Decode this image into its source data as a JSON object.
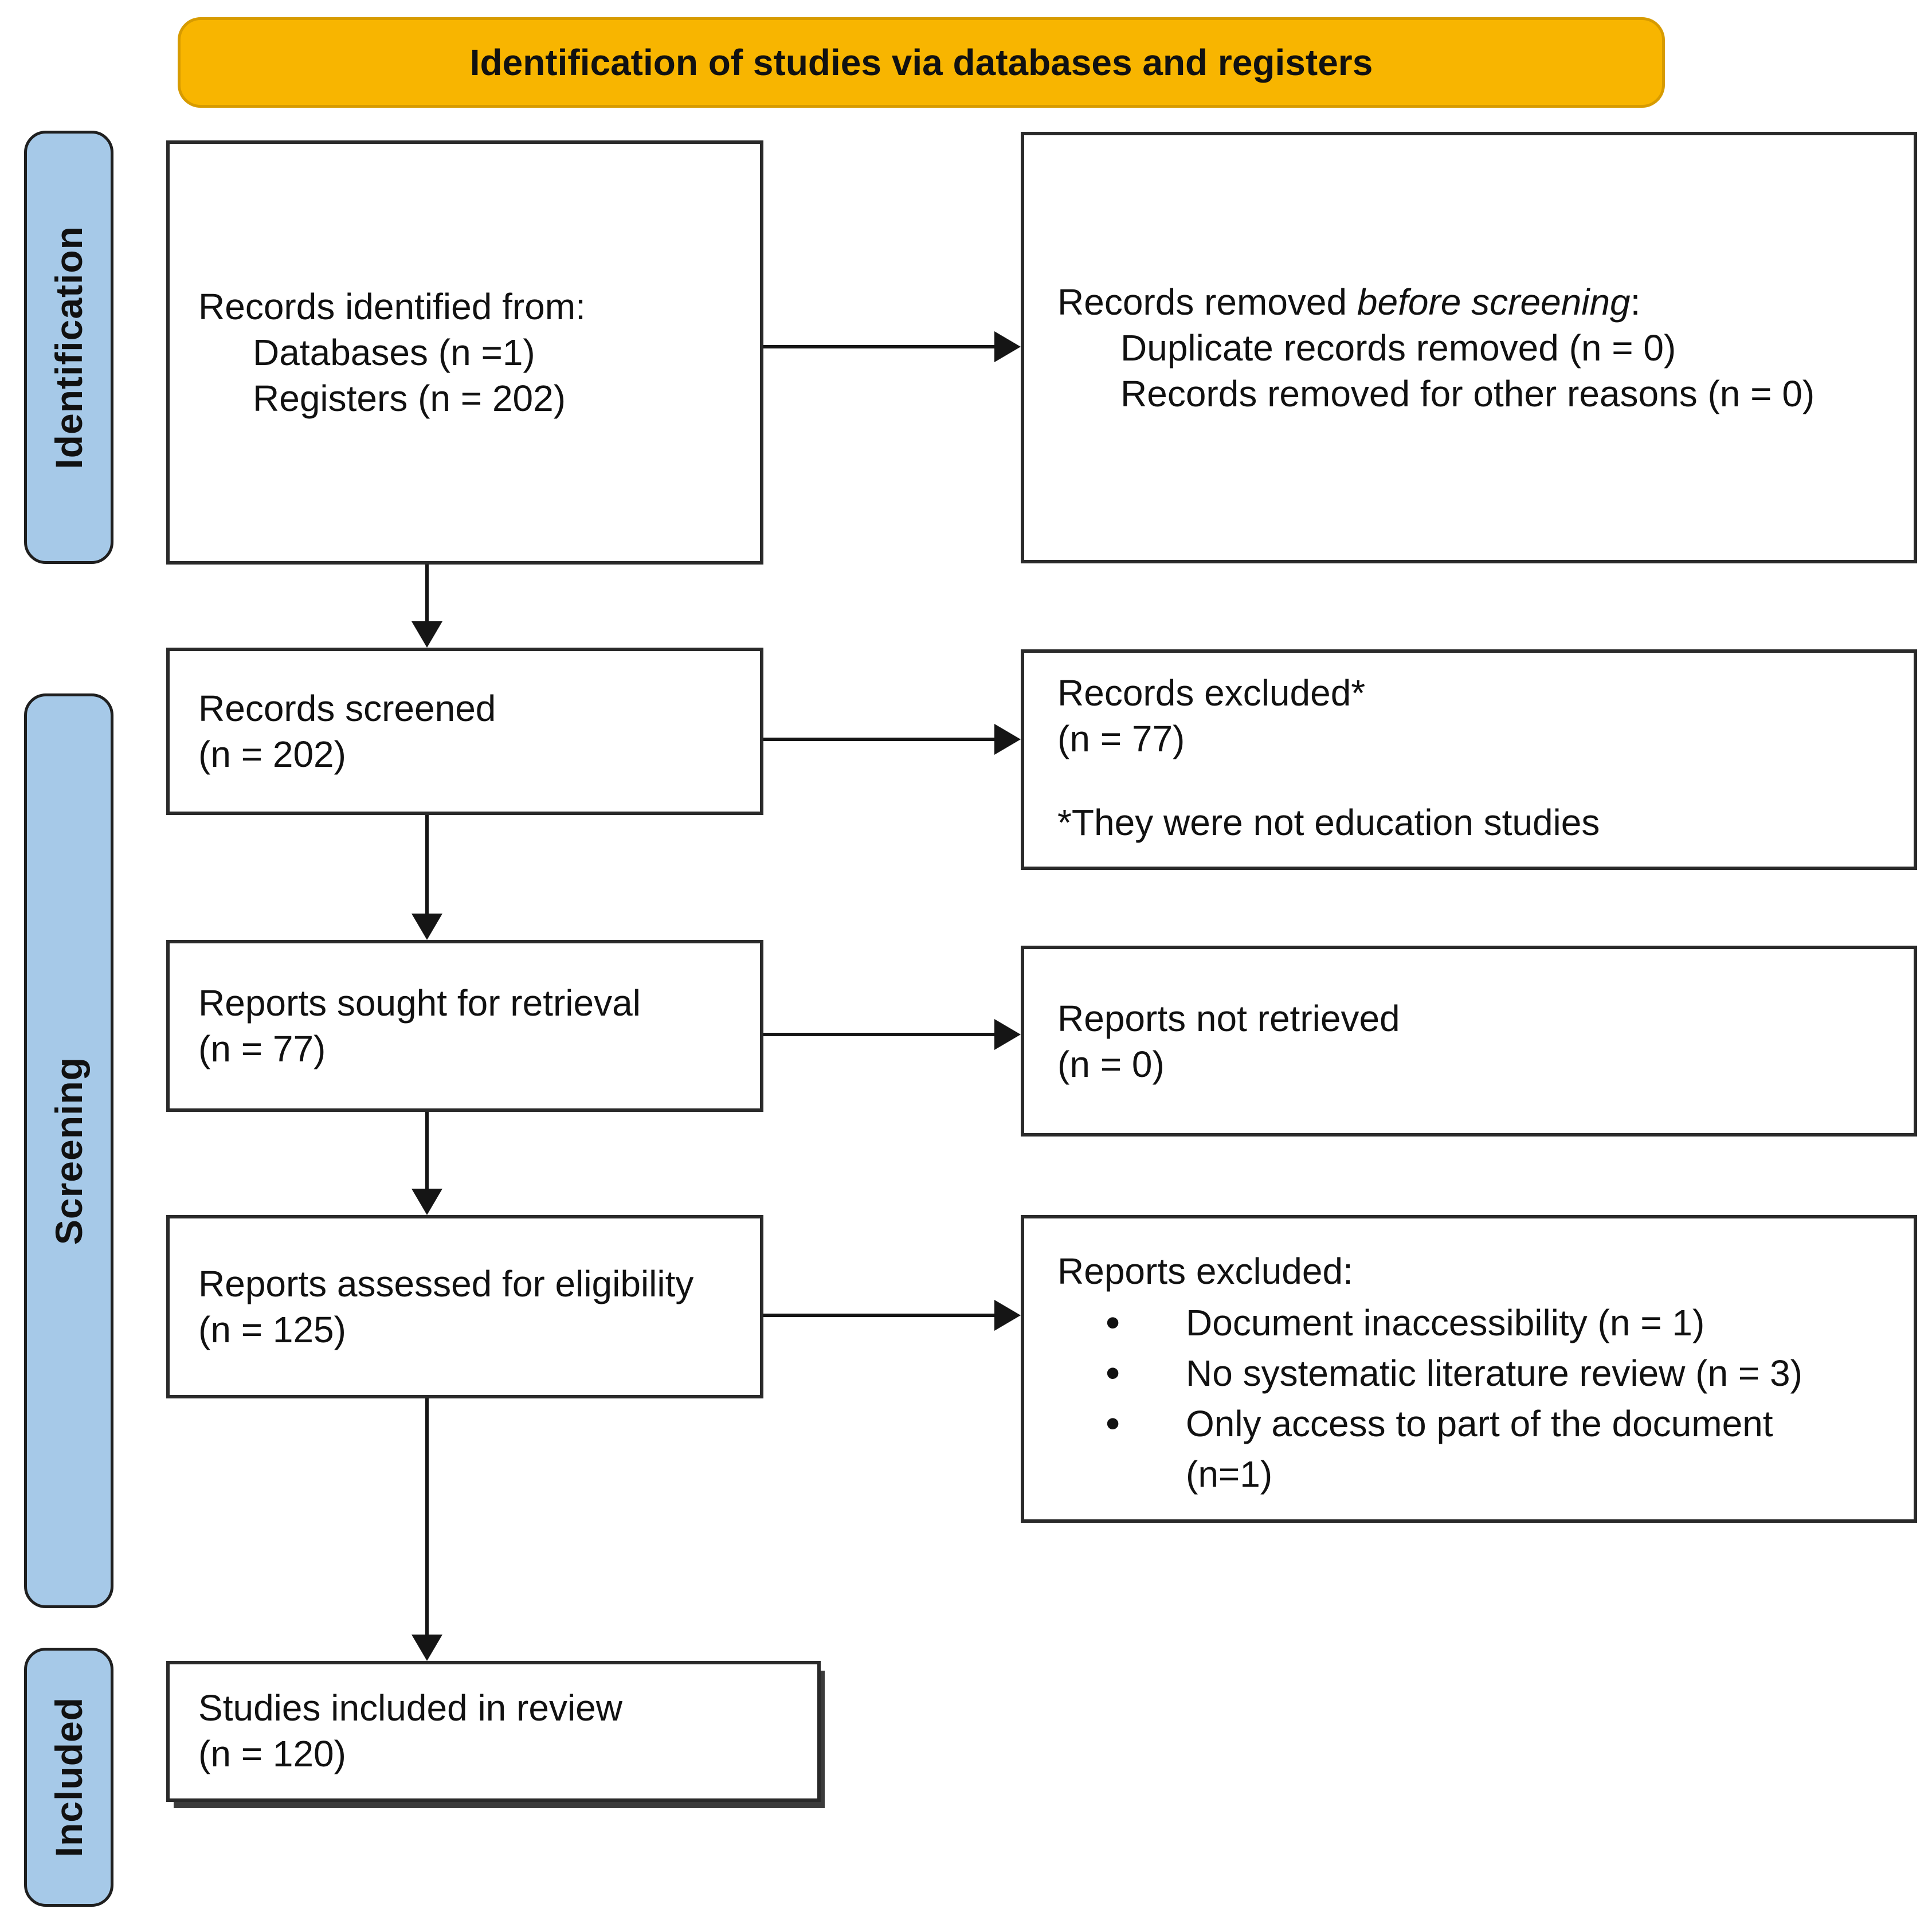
{
  "header": {
    "title": "Identification of studies via databases and registers"
  },
  "stages": [
    {
      "label": "Identification"
    },
    {
      "label": "Screening"
    },
    {
      "label": "Included"
    }
  ],
  "boxes": {
    "identified": {
      "line1": "Records identified from:",
      "line2": "Databases (n =1)",
      "line3": "Registers (n = 202)"
    },
    "removed": {
      "line1_pre": "Records removed ",
      "line1_italic": "before screening",
      "line1_post": ":",
      "line2": "Duplicate records removed (n = 0)",
      "line3": "Records removed for other reasons (n = 0)"
    },
    "screened": {
      "line1": "Records screened",
      "line2": "(n = 202)"
    },
    "records_excluded": {
      "line1": "Records excluded*",
      "line2": "(n = 77)",
      "note": "*They were not education studies"
    },
    "sought": {
      "line1": "Reports sought for retrieval",
      "line2": "(n = 77)"
    },
    "not_retrieved": {
      "line1": "Reports not retrieved",
      "line2": "(n = 0)"
    },
    "assessed": {
      "line1": "Reports assessed for eligibility",
      "line2": "(n = 125)"
    },
    "reports_excluded": {
      "title": "Reports excluded:",
      "bullets": [
        "Document inaccessibility (n = 1)",
        "No systematic literature review (n = 3)",
        "Only access to part of the document\n(n=1)"
      ]
    },
    "included_studies": {
      "line1": "Studies included in review",
      "line2": "(n = 120)"
    }
  },
  "colors": {
    "banner_fill": "#F8B500",
    "banner_border": "#D79B00",
    "stage_fill": "#A6C9E8",
    "box_border": "#2A2A2A",
    "arrow": "#151515"
  }
}
